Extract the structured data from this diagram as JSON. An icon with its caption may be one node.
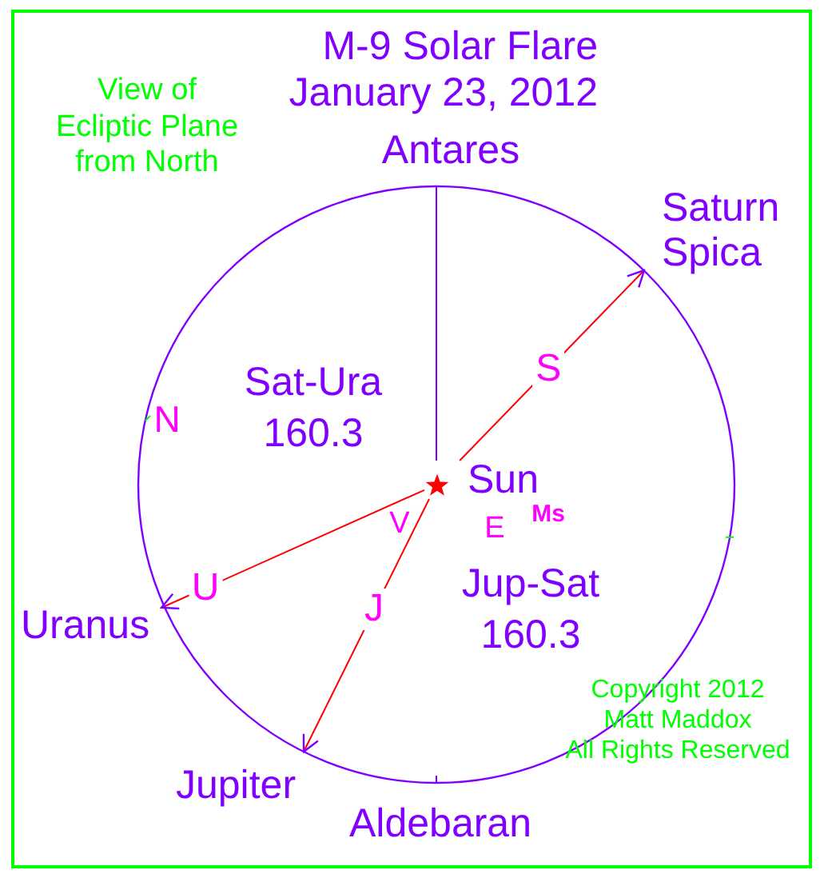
{
  "diagram": {
    "title": "M-9 Solar Flare January 23, 2012",
    "nodes": [
      {
        "text": [],
        "shape": "circle"
      },
      {
        "text": [
          "Sun"
        ],
        "in": 0
      },
      {
        "text": [
          "Antares"
        ]
      },
      {
        "text": [
          "Saturn",
          "Spica"
        ]
      },
      {
        "text": [
          "Uranus"
        ]
      },
      {
        "text": [
          "Jupiter"
        ]
      }
    ],
    "edges": [
      {
        "from": 1,
        "to": 2,
        "arrow": "none",
        "color": "#8000ff"
      },
      {
        "from": 1,
        "to": 3,
        "arrow": "to",
        "label": "S"
      },
      {
        "from": 1,
        "to": 4,
        "arrow": "to",
        "label": "U"
      },
      {
        "from": 1,
        "to": 5,
        "arrow": "to",
        "label": "J"
      }
    ],
    "labels": [
      "View of Ecliptic Plane from North",
      "Sat-Ura 160.3",
      "N",
      "V",
      "Ms",
      "E",
      "Jup-Sat 160.3",
      "Copyright 2012 Matt Maddox All Rights Reserved",
      "Aldebaran"
    ]
  }
}
